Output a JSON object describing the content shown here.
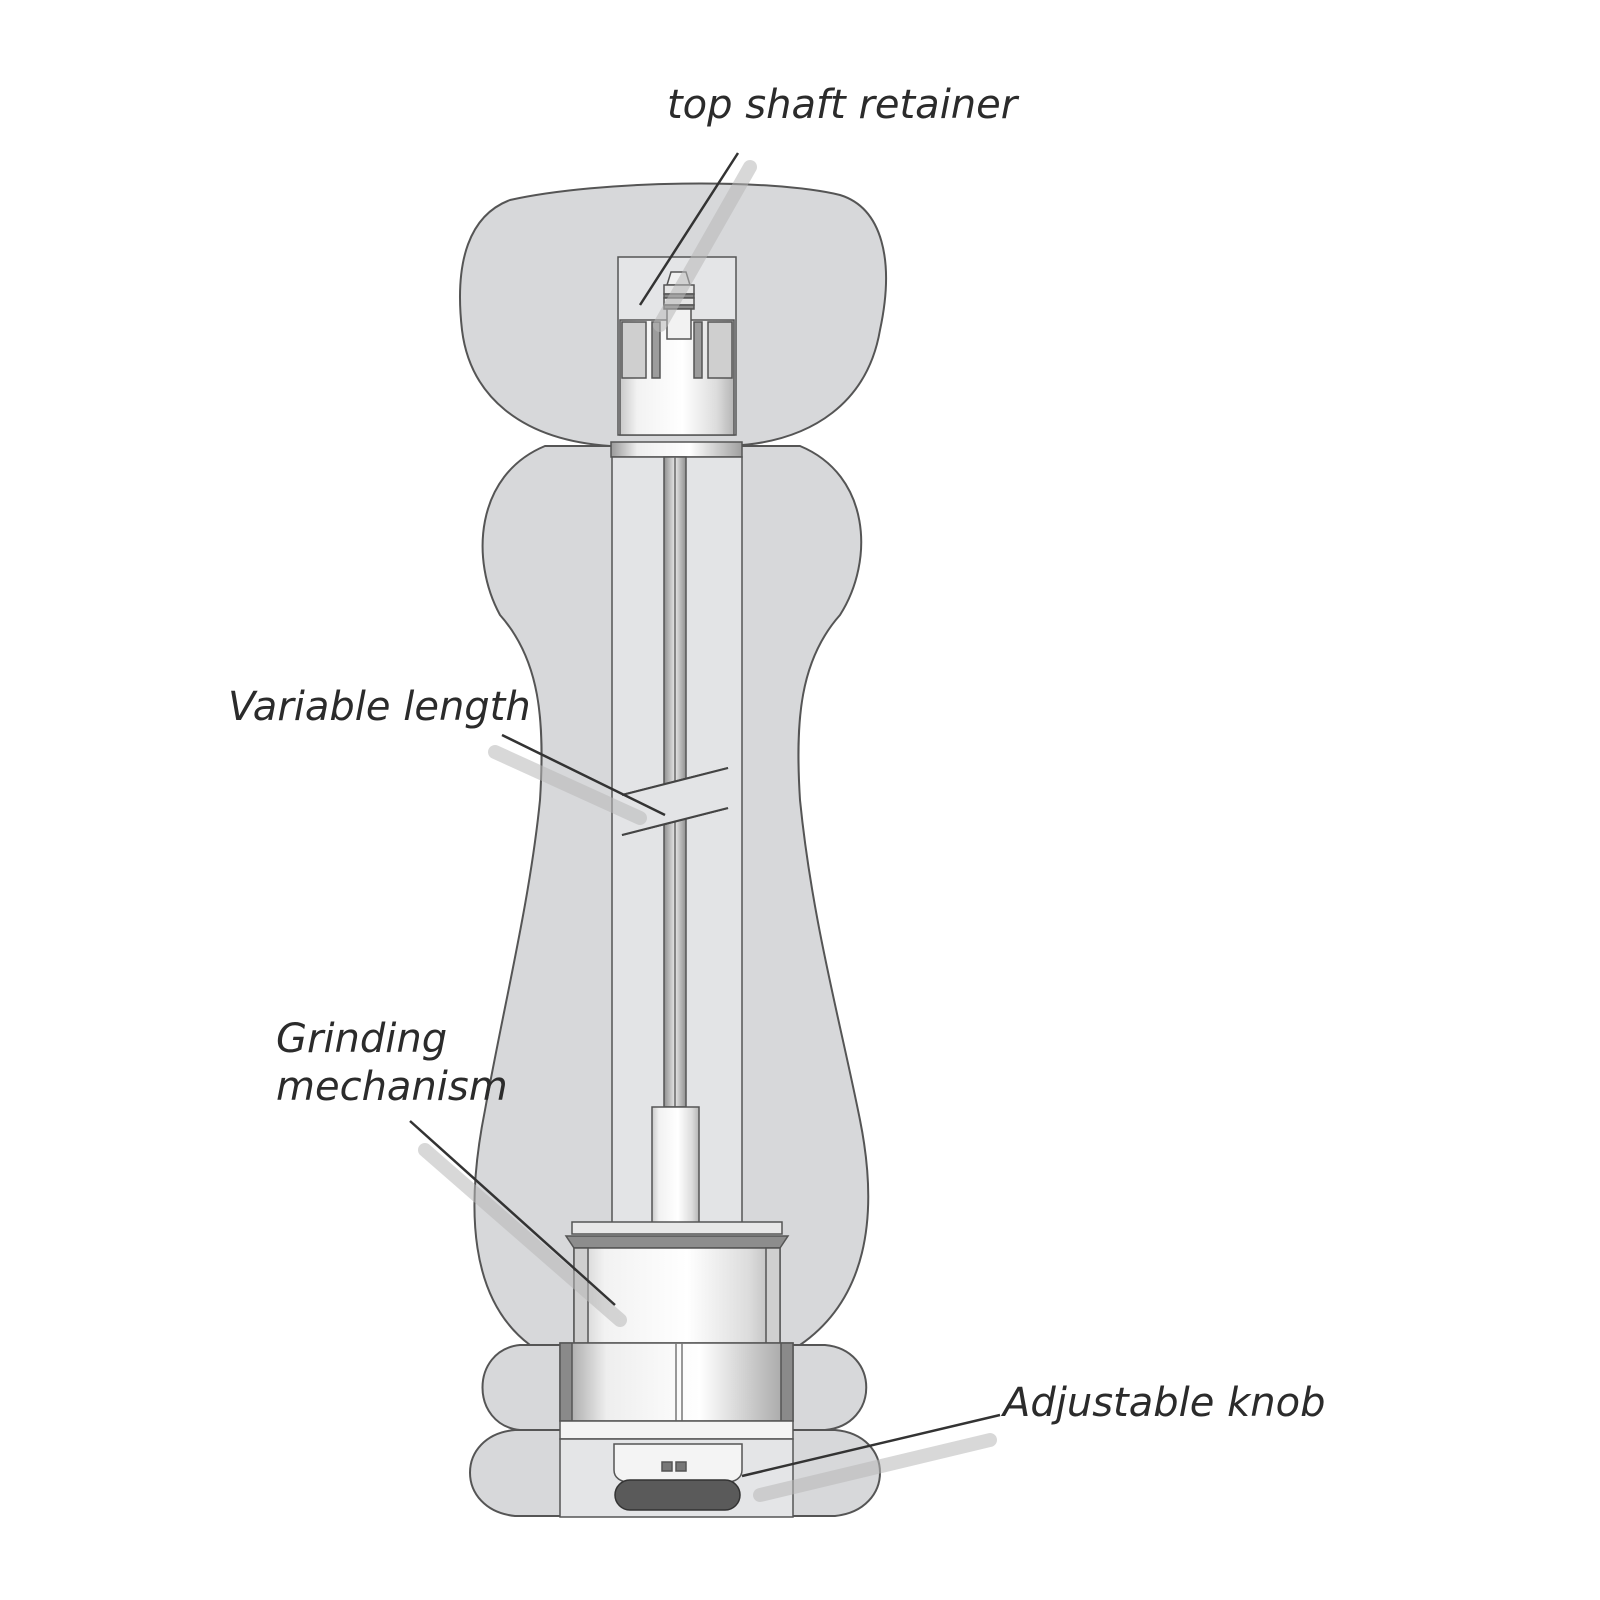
{
  "colors": {
    "body_fill": "#d7d8da",
    "body_stroke": "#555555",
    "mechanism_light": "#f4f4f4",
    "mechanism_shade": "#bdbdbd",
    "knob_dark": "#5a5a5a",
    "background": "#ffffff"
  },
  "labels": {
    "top_shaft_retainer": "top shaft retainer",
    "variable_length": "Variable length",
    "grinding_mechanism_line1": "Grinding",
    "grinding_mechanism_line2": "mechanism",
    "adjustable_knob": "Adjustable knob"
  }
}
